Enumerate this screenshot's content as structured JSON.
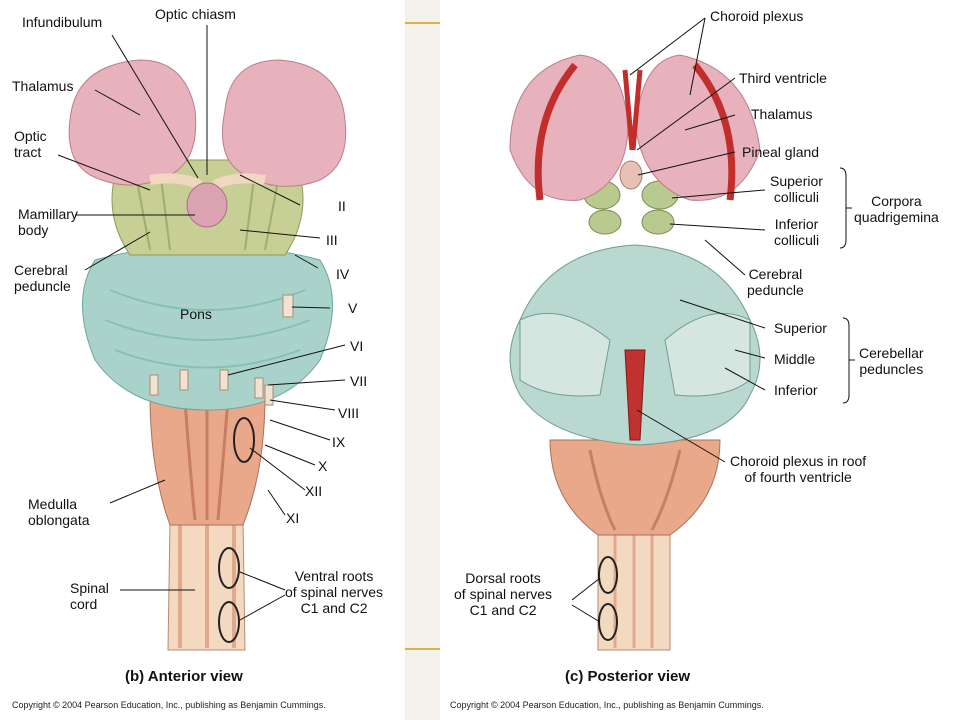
{
  "anterior": {
    "caption": "(b) Anterior view",
    "copyright": "Copyright © 2004 Pearson Education, Inc., publishing as Benjamin Cummings.",
    "labels": {
      "infundibulum": "Infundibulum",
      "optic_chiasm": "Optic chiasm",
      "thalamus": "Thalamus",
      "optic_tract": "Optic\ntract",
      "mamillary_body": "Mamillary\nbody",
      "cerebral_peduncle": "Cerebral\npeduncle",
      "pons": "Pons",
      "medulla": "Medulla\noblongata",
      "spinal_cord": "Spinal\ncord",
      "ventral_roots": "Ventral roots\nof spinal nerves\nC1 and C2",
      "n2": "II",
      "n3": "III",
      "n4": "IV",
      "n5": "V",
      "n6": "VI",
      "n7": "VII",
      "n8": "VIII",
      "n9": "IX",
      "n10": "X",
      "n12": "XII",
      "n11": "XI"
    }
  },
  "posterior": {
    "caption": "(c) Posterior view",
    "copyright": "Copyright © 2004 Pearson Education, Inc., publishing as Benjamin Cummings.",
    "labels": {
      "choroid_plexus": "Choroid plexus",
      "third_ventricle": "Third ventricle",
      "thalamus": "Thalamus",
      "pineal_gland": "Pineal gland",
      "superior_colliculi": "Superior\ncolliculi",
      "inferior_colliculi": "Inferior\ncolliculi",
      "corpora_quadrigemina": "Corpora\nquadrigemina",
      "cerebral_peduncle": "Cerebral\npeduncle",
      "superior": "Superior",
      "middle": "Middle",
      "inferior": "Inferior",
      "cerebellar_peduncles": "Cerebellar\npeduncles",
      "choroid_plexus_roof": "Choroid plexus in roof\nof fourth ventricle",
      "dorsal_roots": "Dorsal roots\nof spinal nerves\nC1 and C2"
    }
  }
}
